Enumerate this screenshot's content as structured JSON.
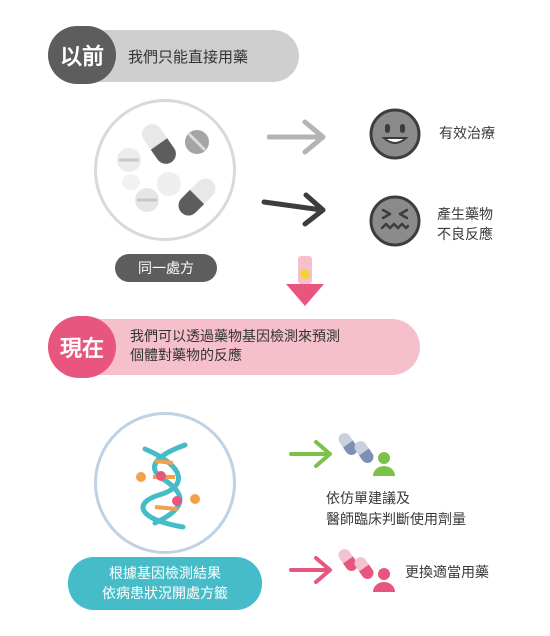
{
  "colors": {
    "gray_dark": "#5d5d5d",
    "gray_pill": "#cfcfcf",
    "pink": "#e8557e",
    "pink_light": "#f5c0cb",
    "teal": "#46bcc8",
    "green": "#7cc14a",
    "blue_gray": "#7d8fb3",
    "smiley": "#8b8b8b"
  },
  "past": {
    "badge": "以前",
    "caption": "我們只能直接用藥",
    "prescription_label": "同一處方",
    "outcome_good": "有效治療",
    "outcome_bad_line1": "產生藥物",
    "outcome_bad_line2": "不良反應",
    "icons": {
      "pills": "pills-illustration",
      "good_face": "happy-face-icon",
      "bad_face": "sick-face-icon"
    }
  },
  "now": {
    "badge": "現在",
    "caption_line1": "我們可以透過藥物基因檢測來預測",
    "caption_line2": "個體對藥物的反應",
    "basis_line1": "根據基因檢測結果",
    "basis_line2": "依病患狀況開處方籤",
    "result1_line1": "依仿單建議及",
    "result1_line2": "醫師臨床判斷使用劑量",
    "result2": "更換適當用藥",
    "icons": {
      "dna": "dna-icon",
      "capsule_person_blue": "capsule-person-icon",
      "capsule_person_pink": "capsule-person-icon"
    }
  }
}
